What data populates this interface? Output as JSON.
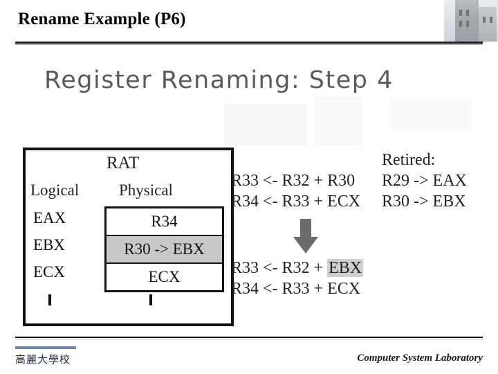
{
  "slide": {
    "title": "Rename Example (P6)"
  },
  "figure": {
    "title": "Register Renaming:  Step 4",
    "rat": {
      "label": "RAT",
      "column_logical": "Logical",
      "column_physical": "Physical",
      "rows": [
        {
          "logical": "EAX",
          "physical": "R34",
          "shaded": false
        },
        {
          "logical": "EBX",
          "physical": "R30 -> EBX",
          "shaded": true
        },
        {
          "logical": "ECX",
          "physical": "ECX",
          "shaded": false
        }
      ]
    },
    "instructions_before": [
      "R33 <- R32 + R30",
      "R34 <- R33 + ECX"
    ],
    "instructions_after": [
      {
        "prefix": "R33 <- R32 + ",
        "highlight": "EBX",
        "suffix": ""
      },
      {
        "prefix": "R34 <- R33 + ECX",
        "highlight": "",
        "suffix": ""
      }
    ],
    "arrow": "down-arrow",
    "retired": {
      "title": "Retired:",
      "entries": [
        "R29 -> EAX",
        "R30 -> EBX"
      ]
    }
  },
  "footer": {
    "left": "高麗大學校",
    "right": "Computer System Laboratory"
  }
}
